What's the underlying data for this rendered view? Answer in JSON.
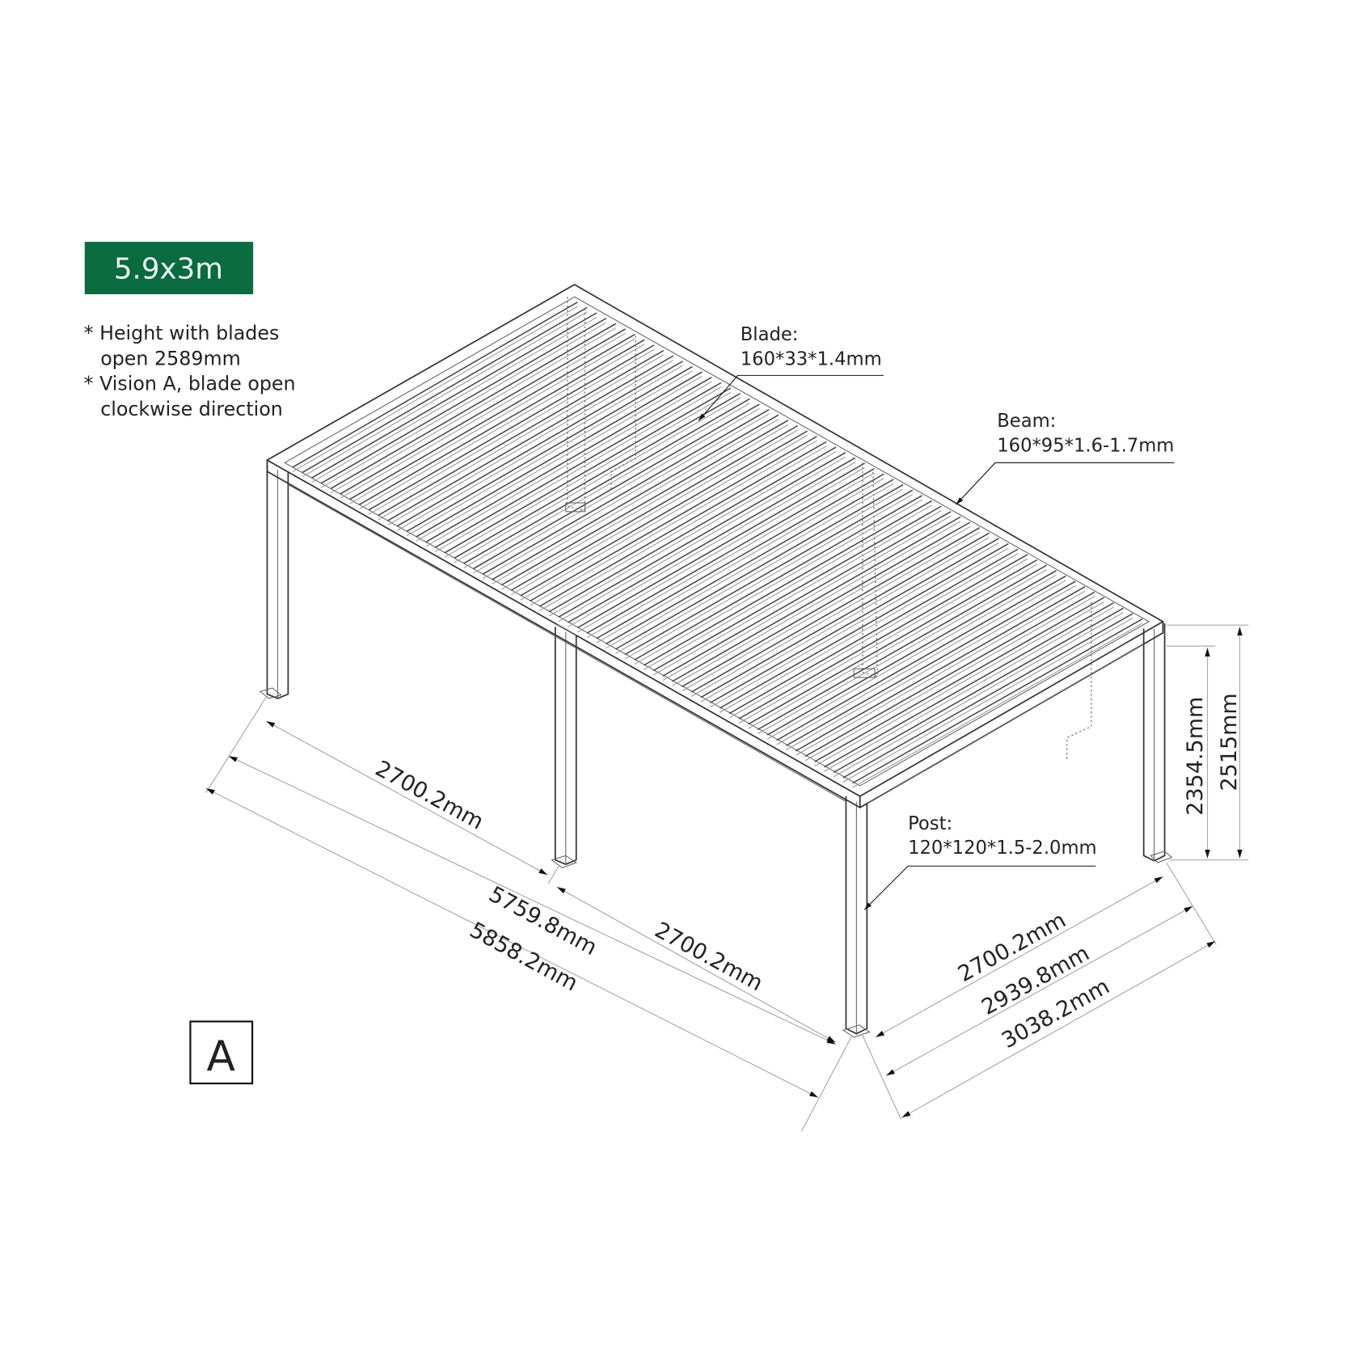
{
  "badge": {
    "label": "5.9x3m",
    "color": "#0a6a40"
  },
  "notes": [
    {
      "line1": "* Height with blades",
      "line2": "open 2589mm"
    },
    {
      "line1": "* Vision A, blade open",
      "line2": "clockwise direction"
    }
  ],
  "callouts": {
    "blade": {
      "title": "Blade:",
      "spec": "160*33*1.4mm"
    },
    "beam": {
      "title": "Beam:",
      "spec": "160*95*1.6-1.7mm"
    },
    "post": {
      "title": "Post:",
      "spec": "120*120*1.5-2.0mm"
    }
  },
  "dimensions": {
    "left_span_1": "2700.2mm",
    "left_span_2": "2700.2mm",
    "length_inner": "5759.8mm",
    "length_outer": "5858.2mm",
    "width_post": "2700.2mm",
    "width_inner": "2939.8mm",
    "width_outer": "3038.2mm",
    "height_inner": "2354.5mm",
    "height_outer": "2515mm"
  },
  "vision_label": "A"
}
